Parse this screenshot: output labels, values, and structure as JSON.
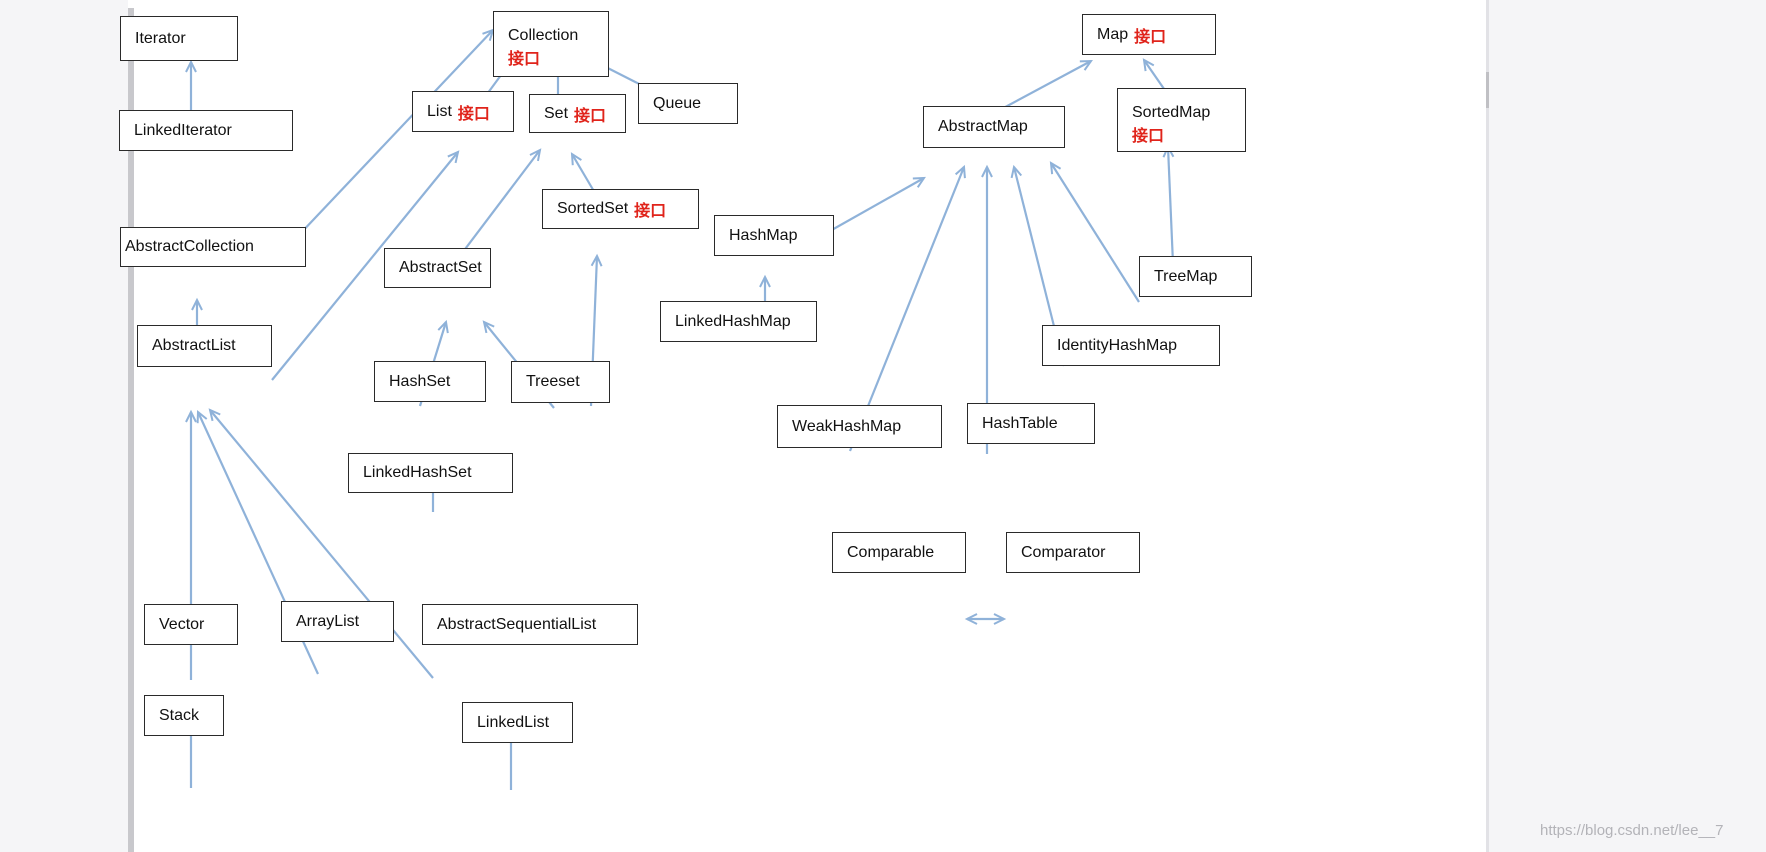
{
  "nodes": {
    "iterator": "Iterator",
    "linked_iterator": "LinkedIterator",
    "collection": "Collection",
    "list": "List",
    "set": "Set",
    "queue": "Queue",
    "sorted_set": "SortedSet",
    "abstract_collection": "AbstractCollection",
    "abstract_set": "AbstractSet",
    "abstract_list": "AbstractList",
    "hash_set": "HashSet",
    "treeset": "Treeset",
    "linked_hash_set": "LinkedHashSet",
    "vector": "Vector",
    "array_list": "ArrayList",
    "abstract_sequential_list": "AbstractSequentialList",
    "stack": "Stack",
    "linked_list": "LinkedList",
    "map": "Map",
    "abstract_map": "AbstractMap",
    "sorted_map": "SortedMap",
    "hash_map": "HashMap",
    "linked_hash_map": "LinkedHashMap",
    "tree_map": "TreeMap",
    "identity_hash_map": "IdentityHashMap",
    "weak_hash_map": "WeakHashMap",
    "hash_table": "HashTable",
    "comparable": "Comparable",
    "comparator": "Comparator"
  },
  "interface_tag": "接口",
  "watermark": "https://blog.csdn.net/lee__7",
  "colors": {
    "arrow": "#8fb2d9",
    "interface_tag": "#e0241b",
    "border": "#2a2a2a"
  }
}
